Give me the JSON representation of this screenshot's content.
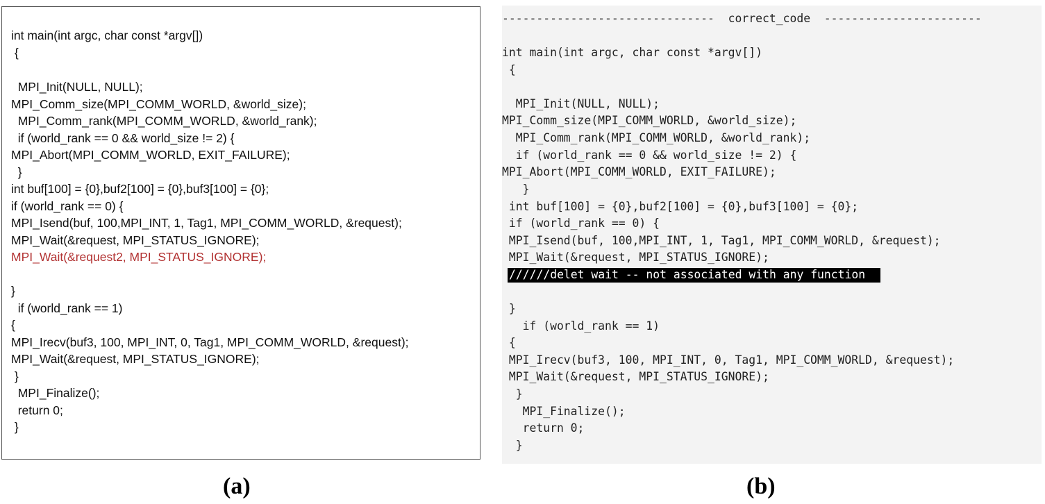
{
  "panel_a": {
    "label": "(a)",
    "lines": [
      "int main(int argc, char const *argv[])",
      " {",
      "  MPI_Init(NULL, NULL);",
      "MPI_Comm_size(MPI_COMM_WORLD, &world_size);",
      "  MPI_Comm_rank(MPI_COMM_WORLD, &world_rank);",
      "  if (world_rank == 0 && world_size != 2) {",
      "MPI_Abort(MPI_COMM_WORLD, EXIT_FAILURE);",
      "  }",
      "int buf[100] = {0},buf2[100] = {0},buf3[100] = {0};",
      "if (world_rank == 0) {",
      "MPI_Isend(buf, 100,MPI_INT, 1, Tag1, MPI_COMM_WORLD, &request);",
      "MPI_Wait(&request, MPI_STATUS_IGNORE);",
      "MPI_Wait(&request2, MPI_STATUS_IGNORE);",
      "}",
      "  if (world_rank == 1)",
      "{",
      "MPI_Irecv(buf3, 100, MPI_INT, 0, Tag1, MPI_COMM_WORLD, &request);",
      "MPI_Wait(&request, MPI_STATUS_IGNORE);",
      " }",
      "  MPI_Finalize();",
      "  return 0;",
      " }"
    ],
    "highlight_color": "#b23232"
  },
  "panel_b": {
    "label": "(b)",
    "header": "-------------------------------  correct_code  -----------------------",
    "lines": [
      "int main(int argc, char const *argv[])",
      " {",
      "  MPI_Init(NULL, NULL);",
      "MPI_Comm_size(MPI_COMM_WORLD, &world_size);",
      "  MPI_Comm_rank(MPI_COMM_WORLD, &world_rank);",
      "  if (world_rank == 0 && world_size != 2) {",
      "MPI_Abort(MPI_COMM_WORLD, EXIT_FAILURE);",
      "   }",
      " int buf[100] = {0},buf2[100] = {0},buf3[100] = {0};",
      " if (world_rank == 0) {",
      " MPI_Isend(buf, 100,MPI_INT, 1, Tag1, MPI_COMM_WORLD, &request);",
      " MPI_Wait(&request, MPI_STATUS_IGNORE);",
      "//////delet wait -- not associated with any function",
      " }",
      "   if (world_rank == 1)",
      " {",
      " MPI_Irecv(buf3, 100, MPI_INT, 0, Tag1, MPI_COMM_WORLD, &request);",
      " MPI_Wait(&request, MPI_STATUS_IGNORE);",
      "  }",
      "   MPI_Finalize();",
      "   return 0;",
      "  }"
    ],
    "highlight_background": "#000000",
    "highlight_text": "#ffffff"
  }
}
